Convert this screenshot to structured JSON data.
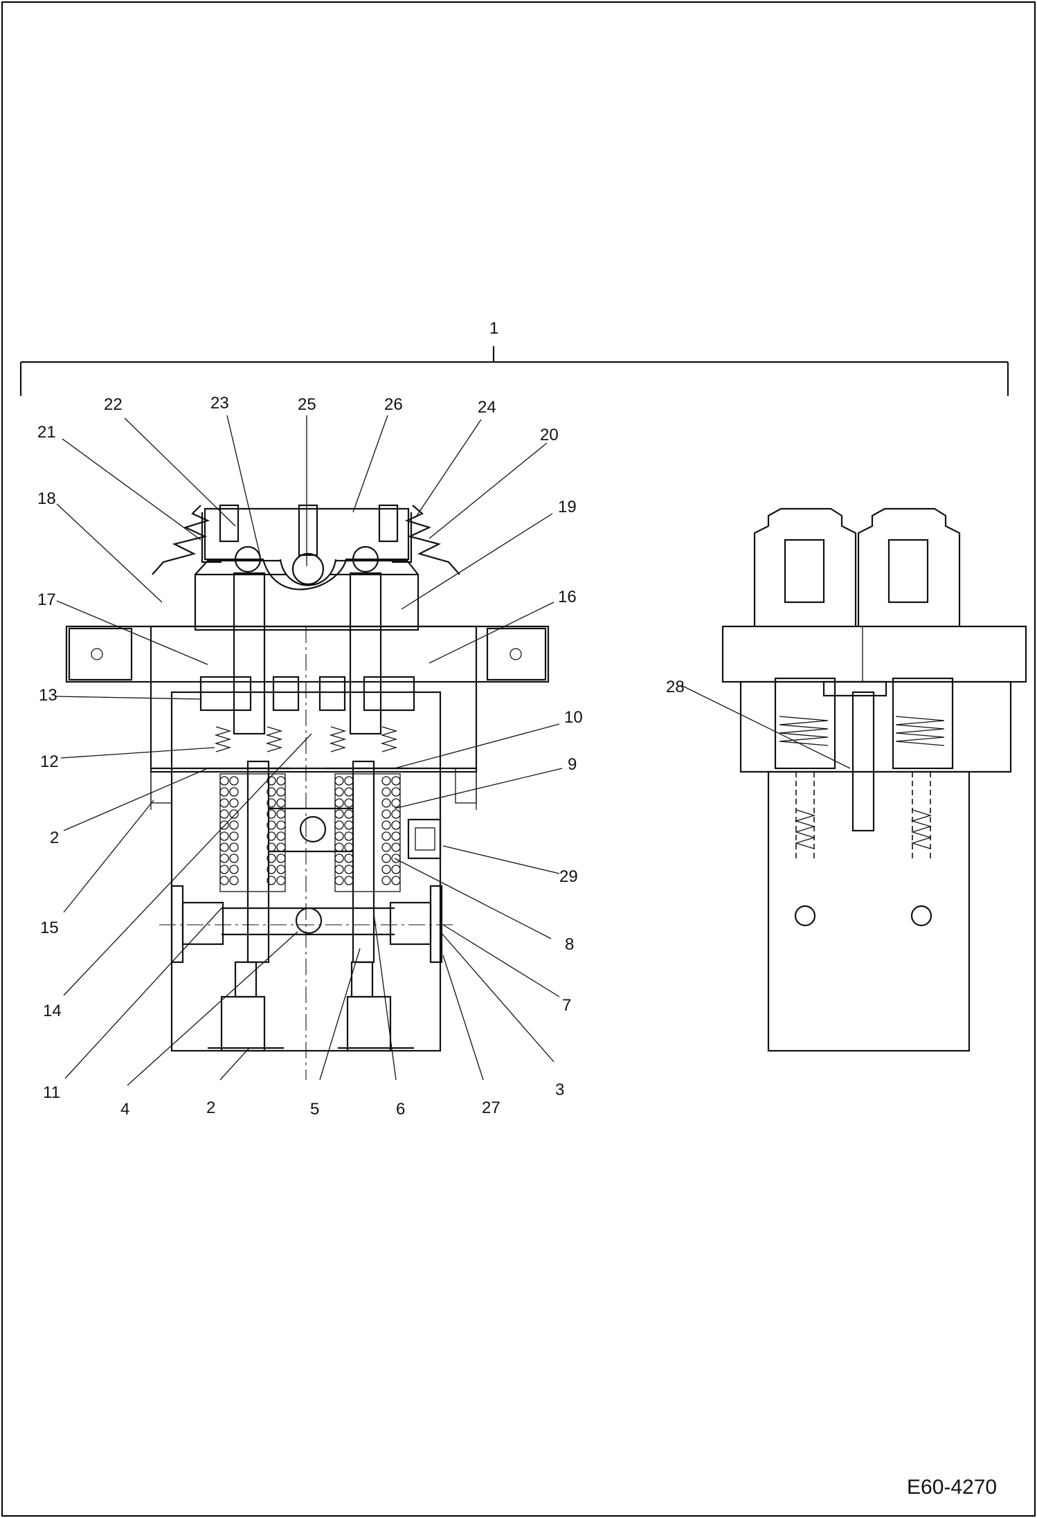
{
  "diagram": {
    "assembly_label": "1",
    "drawing_code": "E60-4270",
    "callouts": [
      {
        "id": "c22",
        "text": "22"
      },
      {
        "id": "c23",
        "text": "23"
      },
      {
        "id": "c25",
        "text": "25"
      },
      {
        "id": "c26",
        "text": "26"
      },
      {
        "id": "c24",
        "text": "24"
      },
      {
        "id": "c21",
        "text": "21"
      },
      {
        "id": "c20",
        "text": "20"
      },
      {
        "id": "c18",
        "text": "18"
      },
      {
        "id": "c19",
        "text": "19"
      },
      {
        "id": "c17",
        "text": "17"
      },
      {
        "id": "c16",
        "text": "16"
      },
      {
        "id": "c13",
        "text": "13"
      },
      {
        "id": "c28",
        "text": "28"
      },
      {
        "id": "c10",
        "text": "10"
      },
      {
        "id": "c12",
        "text": "12"
      },
      {
        "id": "c9",
        "text": "9"
      },
      {
        "id": "c2a",
        "text": "2"
      },
      {
        "id": "c29",
        "text": "29"
      },
      {
        "id": "c15",
        "text": "15"
      },
      {
        "id": "c8",
        "text": "8"
      },
      {
        "id": "c7",
        "text": "7"
      },
      {
        "id": "c14",
        "text": "14"
      },
      {
        "id": "c3",
        "text": "3"
      },
      {
        "id": "c11",
        "text": "11"
      },
      {
        "id": "c4",
        "text": "4"
      },
      {
        "id": "c2b",
        "text": "2"
      },
      {
        "id": "c5",
        "text": "5"
      },
      {
        "id": "c6",
        "text": "6"
      },
      {
        "id": "c27",
        "text": "27"
      }
    ]
  }
}
